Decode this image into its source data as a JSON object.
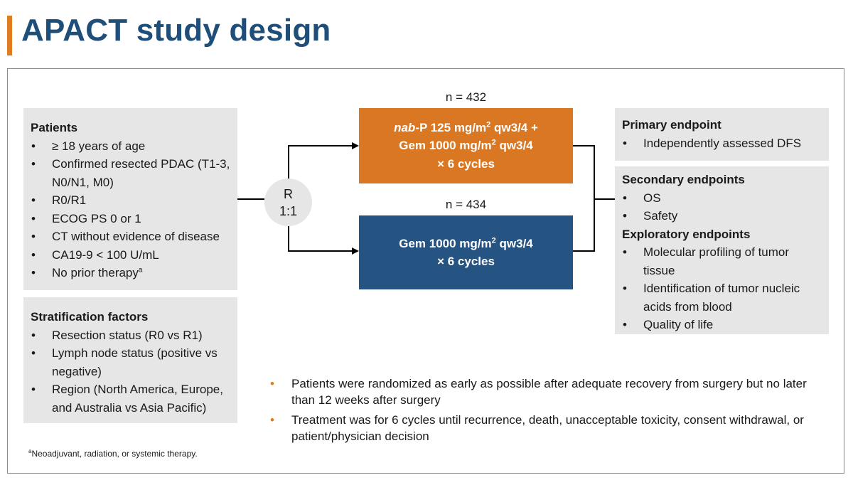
{
  "title": "APACT study design",
  "patients": {
    "header": "Patients",
    "items": [
      "≥ 18 years of age",
      "Confirmed resected PDAC (T1-3, N0/N1, M0)",
      "R0/R1",
      "ECOG PS 0 or 1",
      "CT without evidence of disease",
      "CA19-9 < 100 U/mL",
      "No prior therapy"
    ],
    "last_item_sup": "a"
  },
  "stratification": {
    "header": "Stratification factors",
    "items": [
      "Resection status (R0 vs R1)",
      "Lymph node status (positive vs negative)",
      "Region (North America, Europe, and Australia vs Asia Pacific)"
    ]
  },
  "randomization": {
    "line1": "R",
    "line2": "1:1"
  },
  "arms": [
    {
      "n_label": "n = 432",
      "italic": "nab",
      "line1_rest": "-P 125 mg/m",
      "sup1": "2",
      "line1_end": " qw3/4 +",
      "line2": "Gem 1000 mg/m",
      "sup2": "2",
      "line2_end": " qw3/4",
      "line3": "× 6 cycles",
      "color": "#d97722"
    },
    {
      "n_label": "n = 434",
      "line1": "Gem 1000 mg/m",
      "sup1": "2",
      "line1_end": " qw3/4",
      "line2": "× 6 cycles",
      "color": "#255483"
    }
  ],
  "primary": {
    "header": "Primary endpoint",
    "items": [
      "Independently assessed DFS"
    ]
  },
  "secondary": {
    "header": "Secondary endpoints",
    "items": [
      "OS",
      "Safety"
    ]
  },
  "exploratory": {
    "header": "Exploratory endpoints",
    "items": [
      "Molecular profiling of tumor tissue",
      "Identification of tumor nucleic acids from blood",
      "Quality of life"
    ]
  },
  "notes": [
    "Patients were randomized as early as possible after adequate recovery from surgery but no later than 12 weeks after surgery",
    "Treatment was for 6 cycles until recurrence, death, unacceptable toxicity, consent withdrawal, or patient/physician decision"
  ],
  "footnote": {
    "sup": "a",
    "text": "Neoadjuvant, radiation, or systemic therapy."
  },
  "colors": {
    "accent": "#e07b20",
    "title": "#1f4e79",
    "box_bg": "#e7e6e6"
  }
}
